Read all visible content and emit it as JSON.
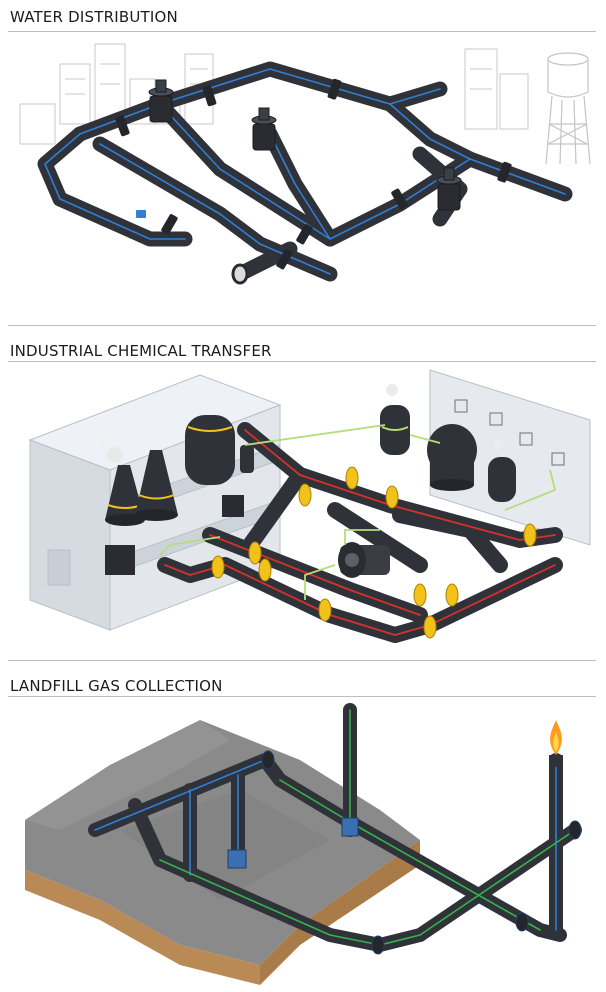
{
  "sections": [
    {
      "title": "WATER DISTRIBUTION"
    },
    {
      "title": "INDUSTRIAL CHEMICAL TRANSFER"
    },
    {
      "title": "LANDFILL GAS COLLECTION"
    }
  ],
  "colors": {
    "pipe": "#3a3d44",
    "pipe_dark": "#26282d",
    "water_stripe": "#2f7fd6",
    "chem_stripe": "#d6312b",
    "gas_stripe": "#36b34a",
    "chem_flange": "#f2c21b",
    "instrument_line": "#b6dd7a",
    "building": "#dfe4ea",
    "soil_top": "#8d8d8d",
    "soil_side": "#b98a55",
    "flame": "#ff9a1f"
  },
  "icons": [
    "valve-icon",
    "pressure-gauge-icon",
    "water-tower-icon",
    "pump-icon",
    "tank-icon",
    "gas-flare-icon"
  ]
}
